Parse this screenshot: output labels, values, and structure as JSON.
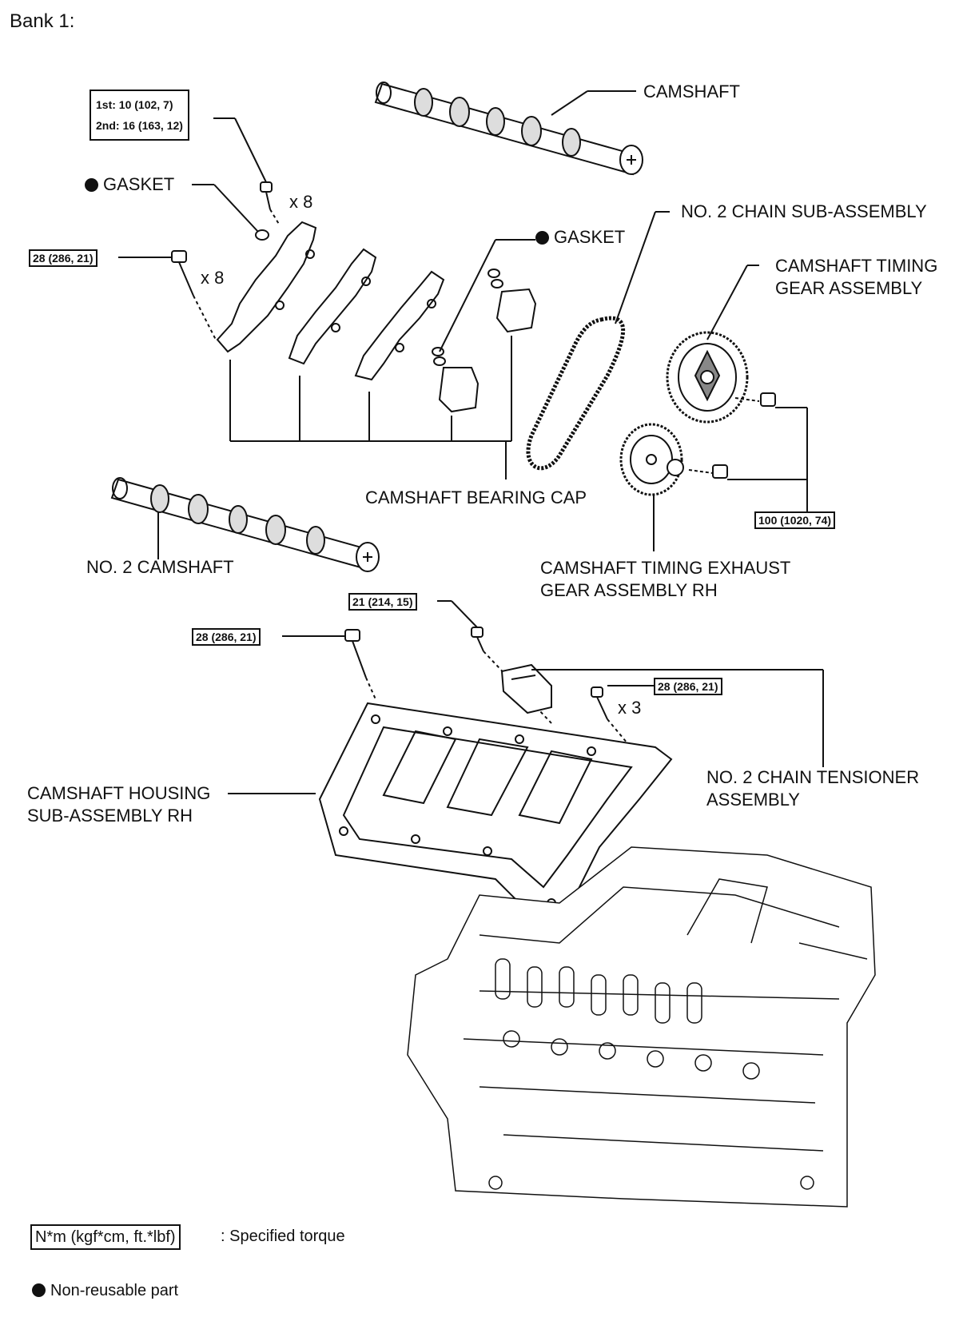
{
  "title": "Bank 1:",
  "labels": {
    "camshaft": "CAMSHAFT",
    "gasket_left": "GASKET",
    "gasket_right": "GASKET",
    "chain": "NO. 2 CHAIN SUB-ASSEMBLY",
    "timing_gear_1": "CAMSHAFT TIMING",
    "timing_gear_2": "GEAR ASSEMBLY",
    "bearing_cap": "CAMSHAFT BEARING CAP",
    "no2_camshaft": "NO. 2 CAMSHAFT",
    "exhaust_gear_1": "CAMSHAFT TIMING EXHAUST",
    "exhaust_gear_2": "GEAR ASSEMBLY RH",
    "tensioner_1": "NO. 2 CHAIN TENSIONER",
    "tensioner_2": "ASSEMBLY",
    "housing_1": "CAMSHAFT HOUSING",
    "housing_2": "SUB-ASSEMBLY RH",
    "x8_top": "x 8",
    "x8_left": "x 8",
    "x3": "x 3"
  },
  "torques": {
    "cap_bolt_first": "1st: 10 (102, 7)",
    "cap_bolt_second": "2nd: 16 (163, 12)",
    "housing_bolt_top": "28 (286, 21)",
    "gear_bolts": "100 (1020, 74)",
    "tensioner_bolt": "21 (214, 15)",
    "housing_bolt_mid": "28 (286, 21)",
    "housing_bolt_right": "28 (286, 21)"
  },
  "legend": {
    "torque_unit": "N*m (kgf*cm, ft.*lbf)",
    "torque_text": ": Specified torque",
    "nonreusable_text": "Non-reusable part"
  }
}
